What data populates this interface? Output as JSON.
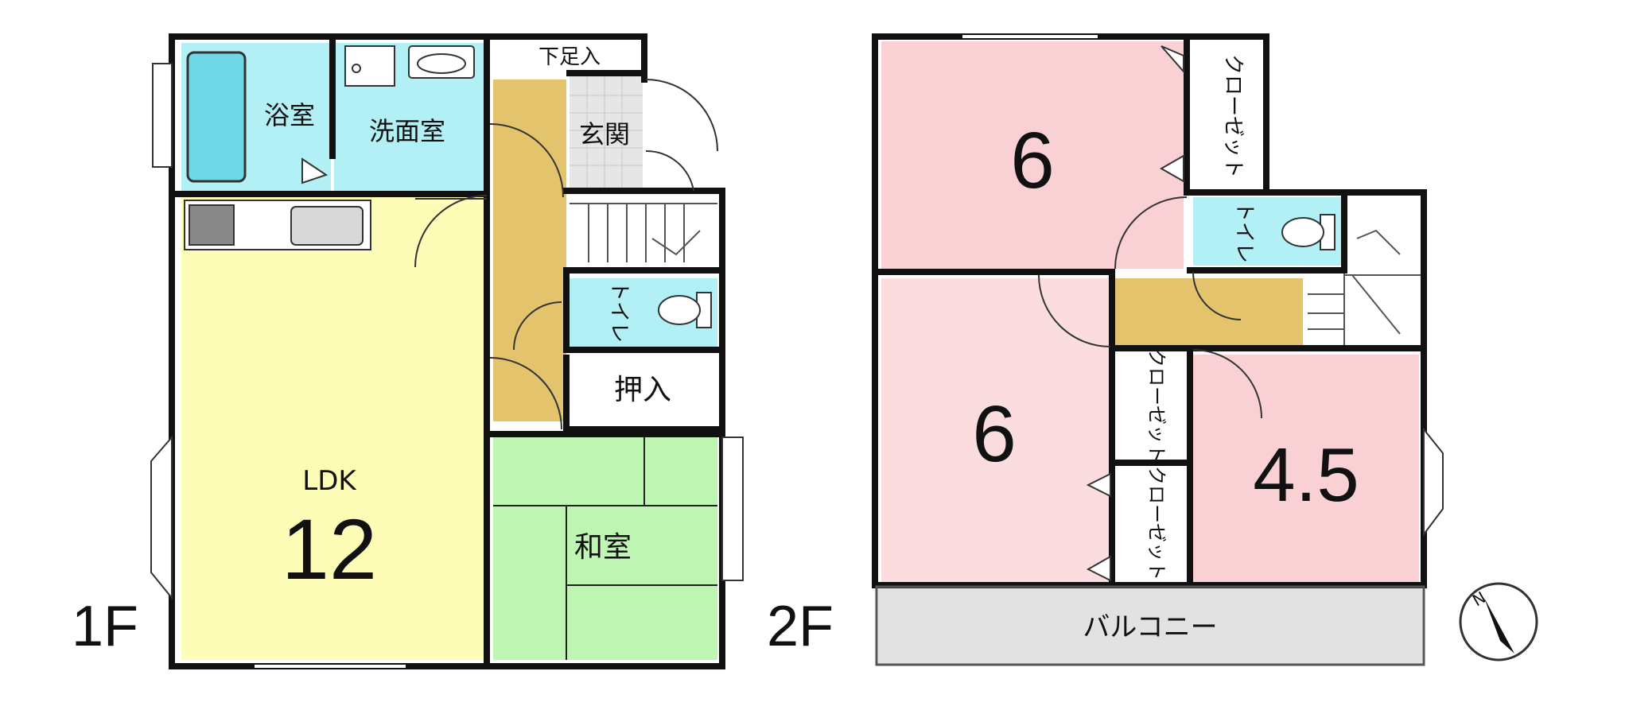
{
  "floor1": {
    "floor_label": "1F",
    "rooms": {
      "bath": "浴室",
      "washroom": "洗面室",
      "shoe_storage": "下足入",
      "entrance": "玄関",
      "toilet": "トイレ",
      "closet": "押入",
      "ldk_label": "LDK",
      "ldk_size": "12",
      "japanese_room": "和室"
    }
  },
  "floor2": {
    "floor_label": "2F",
    "rooms": {
      "bedroom_a_size": "6",
      "closet_a": "クローゼット",
      "toilet": "トイレ",
      "bedroom_b_size": "6",
      "closet_b": "クローゼット",
      "closet_c": "クローゼット",
      "bedroom_c_size": "4.5",
      "balcony": "バルコニー"
    }
  },
  "compass": {
    "north_label": "N"
  },
  "colors": {
    "ldk": "#FDFDB8",
    "wet_area": "#B2F0F5",
    "corridor": "#E3C36B",
    "entrance_tile": "#E6E6E6",
    "japanese_room": "#BFF5B2",
    "bedroom": "#F9D0D3",
    "bedroom_light": "#FBDDDF",
    "balcony": "#E2E2E2",
    "wall": "#111111"
  }
}
